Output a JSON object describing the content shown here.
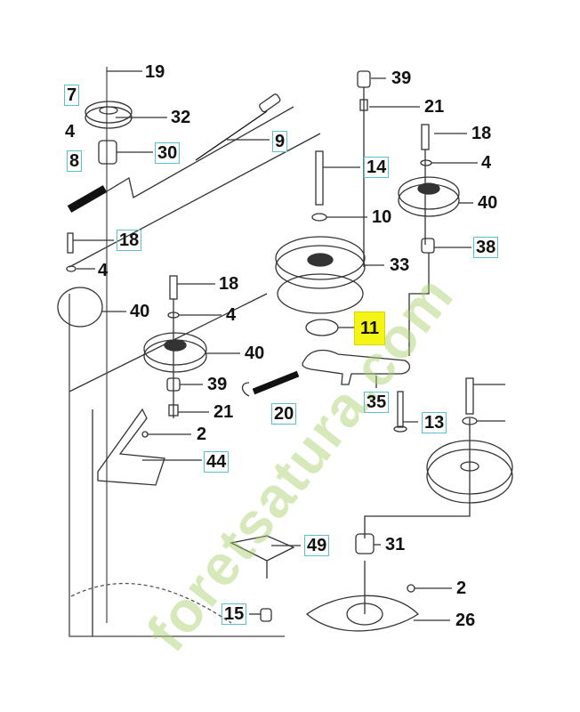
{
  "watermark": "foretsatura.com",
  "callouts": {
    "c19": "19",
    "c7": "7",
    "c32": "32",
    "c4a": "4",
    "c30": "30",
    "c9": "9",
    "c8": "8",
    "c39a": "39",
    "c21a": "21",
    "c18a": "18",
    "c14": "14",
    "c4b": "4",
    "c10": "10",
    "c40a": "40",
    "c18b": "18",
    "c38": "38",
    "c4c": "4",
    "c33": "33",
    "c18c": "18",
    "c40b": "40",
    "c4d": "4",
    "c11": "11",
    "c40c": "40",
    "c39b": "39",
    "c35": "35",
    "c21b": "21",
    "c20": "20",
    "c13": "13",
    "c2a": "2",
    "c44": "44",
    "c49": "49",
    "c31": "31",
    "c2b": "2",
    "c15": "15",
    "c26": "26"
  },
  "highlighted_part": "11",
  "colors": {
    "highlight": "#f5f515",
    "callout_border": "#5bc0cf",
    "watermark": "#a8cf6a"
  }
}
